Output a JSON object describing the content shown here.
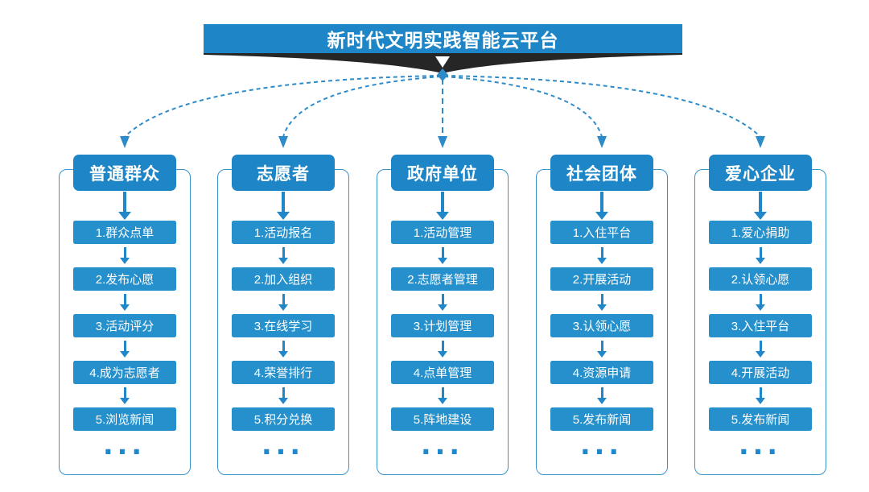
{
  "title": {
    "text": "新时代文明实践智能云平台"
  },
  "colors": {
    "primary_blue": "#1E86C6",
    "item_blue": "#2590CB",
    "border_blue": "#3793CC",
    "dashed_line_blue": "#2E8BC9",
    "funnel_dark": "#262626",
    "text_on_blue": "#FFFFFF"
  },
  "diagram": {
    "more_indicator": "...",
    "columns": [
      {
        "header": "普通群众",
        "items": [
          "1.群众点单",
          "2.发布心愿",
          "3.活动评分",
          "4.成为志愿者",
          "5.浏览新闻"
        ]
      },
      {
        "header": "志愿者",
        "items": [
          "1.活动报名",
          "2.加入组织",
          "3.在线学习",
          "4.荣誉排行",
          "5.积分兑换"
        ]
      },
      {
        "header": "政府单位",
        "items": [
          "1.活动管理",
          "2.志愿者管理",
          "3.计划管理",
          "4.点单管理",
          "5.阵地建设"
        ]
      },
      {
        "header": "社会团体",
        "items": [
          "1.入住平台",
          "2.开展活动",
          "3.认领心愿",
          "4.资源申请",
          "5.发布新闻"
        ]
      },
      {
        "header": "爱心企业",
        "items": [
          "1.爱心捐助",
          "2.认领心愿",
          "3.入住平台",
          "4.开展活动",
          "5.发布新闻"
        ]
      }
    ]
  }
}
